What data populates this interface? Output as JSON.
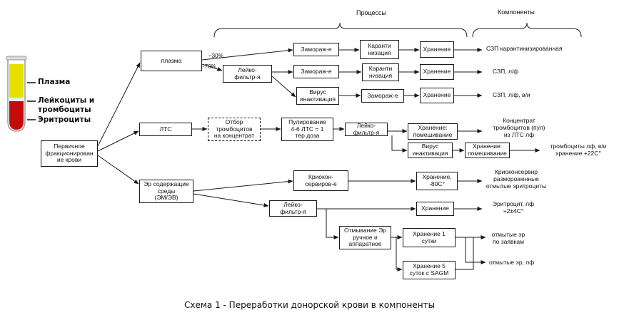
{
  "headers": {
    "processes": "Процессы",
    "components": "Компоненты"
  },
  "legend": {
    "plasma": "Плазма",
    "leuko": "Лейкоциты и\nтромбоциты",
    "erythro": "Эритроциты"
  },
  "colors": {
    "plasma": "#e6e000",
    "buffy": "#f2ece0",
    "red": "#c40b0b",
    "tube_outline": "#9a9a9a",
    "line": "#1a1a1a"
  },
  "nodes": {
    "primary": "Первичное\nфракционирован\nие крови",
    "plasma": "плазма",
    "lts": "ЛТС",
    "er": "Эр содержащие\nсреды\n(ЭМ/ЭВ)",
    "freeze1": "Замораж-е",
    "quar1": "Каранти\nнизация",
    "store1": "Хранение",
    "leuko1": "Лейко-\nфильтр-я",
    "freeze2": "Замораж-е",
    "quar2": "Каранти\nнизация",
    "store2": "Хранение",
    "virus1": "Вирус\nинактивация",
    "freeze3": "Замораж-е",
    "store3": "Хранение",
    "platelet_sel": "Отбор\nтромбоцитов\nна концентрат",
    "pooling": "Пулирование\n4-6 ЛТС = 1\nтер доза",
    "leuko2": "Лейко-\nфильтр-я",
    "store_mix1": "Хранение:\nпомешивание",
    "virus2": "Вирус\nинактивация",
    "store_mix2": "Хранение:\nпомешивание",
    "cryo": "Криокон-\nсервиров-е",
    "store_80": "Хранение,\n-80С°",
    "leuko3": "Лейко-\nфильтр-я",
    "store4": "Хранение",
    "washing": "Отмывание Эр\nручное и\nаппаратное",
    "store_1day": "Хранение 1\nсутки",
    "store_5days": "Хранение 5\nсуток с SAGM"
  },
  "outputs": {
    "o1": "СЗП карантинизированная",
    "o2": "СЗП, л/ф",
    "o3": "СЗП, л/ф, в/и",
    "o4": "Концентрат\nтромбоцитов (пул)\nиз ЛТС лф",
    "o5": "тромбоциты лф, в/и\nхранение +22С°",
    "o6": "Криоконсервир\nразмороженные\nотмытые эритроциты",
    "o7": "Эритроцит, лф\n+2±4С°",
    "o8": "отмытые эр\nпо заявкам",
    "o9": "отмытые эр, лф"
  },
  "percents": {
    "p30": "~30%",
    "p70": "~70%"
  },
  "caption": "Схема 1 - Переработки донорской крови в компоненты"
}
